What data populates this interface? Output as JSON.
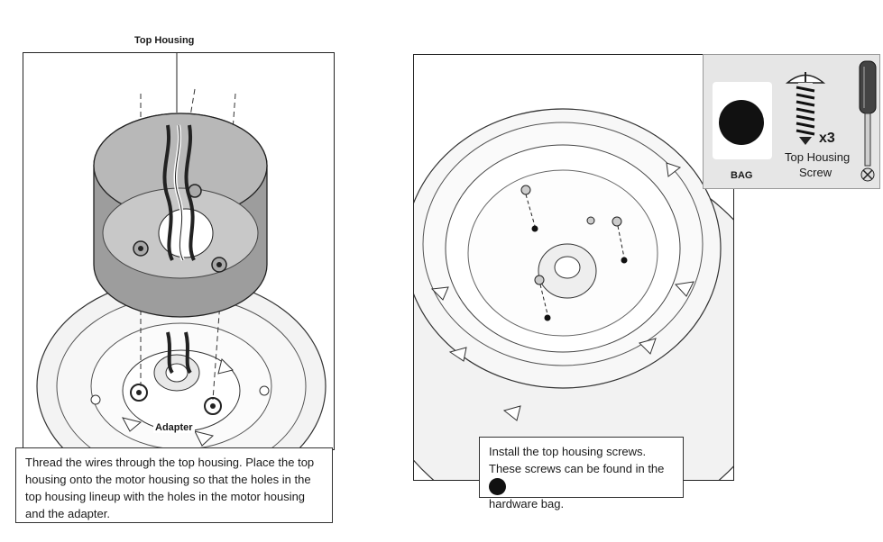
{
  "left": {
    "top_housing_label": "Top Housing",
    "adapter_label": "Adapter",
    "caption": "Thread the wires through the top housing. Place the top housing onto the motor housing so that the holes in the top housing lineup with the holes in the motor housing and the adapter."
  },
  "right": {
    "caption_part1": "Install the top housing screws. These screws can be found in the",
    "caption_part2": "hardware bag.",
    "hardware": {
      "bag_label": "BAG",
      "quantity": "x3",
      "screw_label_line1": "Top Housing",
      "screw_label_line2": "Screw"
    }
  },
  "icons": [
    "screwdriver-icon",
    "screw-icon",
    "hardware-bag-icon"
  ]
}
